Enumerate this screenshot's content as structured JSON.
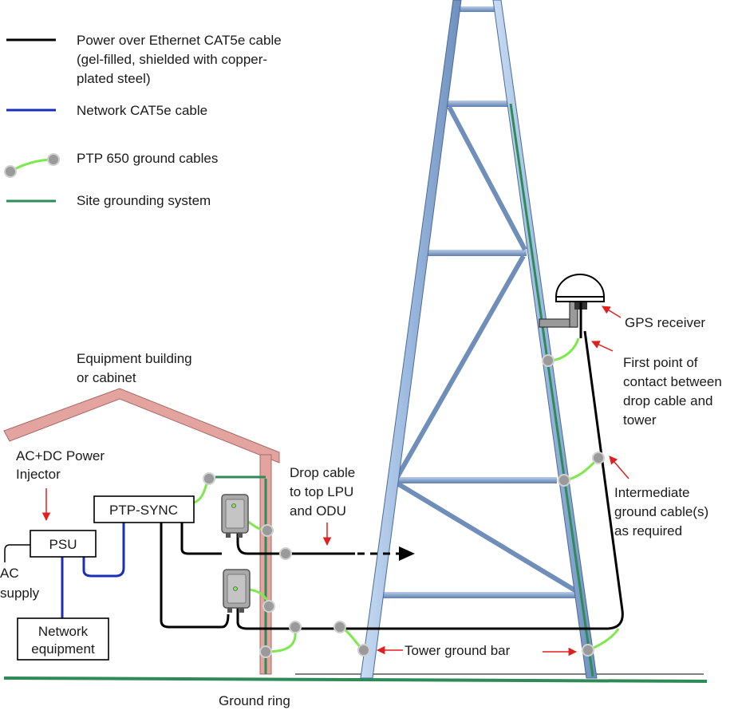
{
  "legend": {
    "poe_line1": "Power over Ethernet CAT5e cable",
    "poe_line2": "(gel-filled, shielded with copper-",
    "poe_line3": "plated steel)",
    "network": "Network CAT5e cable",
    "ptp_ground": "PTP 650 ground cables",
    "site_ground": "Site grounding system"
  },
  "labels": {
    "building_line1": "Equipment building",
    "building_line2": "or cabinet",
    "injector_line1": "AC+DC Power",
    "injector_line2": "Injector",
    "psu": "PSU",
    "ac_line1": "AC",
    "ac_line2": "supply",
    "network_line1": "Network",
    "network_line2": "equipment",
    "ptp_sync": "PTP-SYNC",
    "drop_line1": "Drop cable",
    "drop_line2": "to top LPU",
    "drop_line3": "and ODU",
    "gps": "GPS receiver",
    "first_line1": "First point of",
    "first_line2": "contact between",
    "first_line3": "drop cable and",
    "first_line4": "tower",
    "inter_line1": "Intermediate",
    "inter_line2": "ground cable(s)",
    "inter_line3": "as required",
    "tower_ground_bar": "Tower ground bar",
    "ground_ring": "Ground ring"
  },
  "colors": {
    "poe_cable": "#000000",
    "network_cable": "#1a2fb4",
    "ptp_ground": "#7ee84f",
    "site_ground": "#2e8b57",
    "ground_lug": "#9a9a9a",
    "arrow": "#e02020",
    "roof": "#e3a4a0",
    "roof_edge": "#a86a66",
    "tower_leg": "#9ab8de",
    "tower_edge": "#4a6a9a",
    "crossbar": "#6f8eba"
  }
}
